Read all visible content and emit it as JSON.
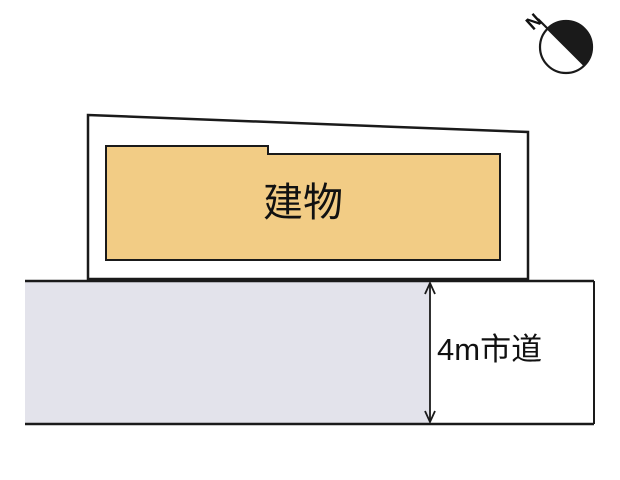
{
  "diagram": {
    "kind": "site-plan",
    "building_label": "建物",
    "road_label": "4m市道",
    "compass_label": "N"
  },
  "colors": {
    "background": "#ffffff",
    "building_fill": "#f2cc85",
    "road_fill": "#e3e3eb",
    "outline": "#1a1a1a",
    "text": "#111111"
  }
}
